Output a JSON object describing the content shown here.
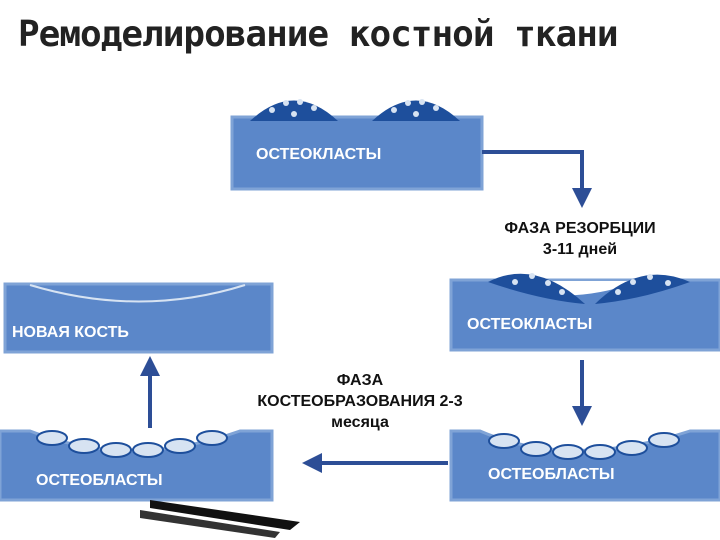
{
  "title": "Ремоделирование костной ткани",
  "labels": {
    "osteoclasts_top": "ОСТЕОКЛАСТЫ",
    "osteoclasts_right": "ОСТЕОКЛАСТЫ",
    "osteoblasts_right": "ОСТЕОБЛАСТЫ",
    "osteoblasts_left": "ОСТЕОБЛАСТЫ",
    "new_bone": "НОВАЯ КОСТЬ"
  },
  "phases": {
    "resorption": {
      "line1": "ФАЗА РЕЗОРБЦИИ",
      "line2": "3-11 дней"
    },
    "formation": {
      "line1": "ФАЗА",
      "line2": "КОСТЕОБРАЗОВАНИЯ 2-3",
      "line3": "месяца"
    }
  },
  "colors": {
    "bone_fill": "#5b87c9",
    "bone_edge": "#7fa3d6",
    "cell_dark": "#1e4f9c",
    "cell_light": "#d7e3f2",
    "arrow": "#2d4e96",
    "text_dark": "#111111",
    "text_light": "#ffffff"
  }
}
